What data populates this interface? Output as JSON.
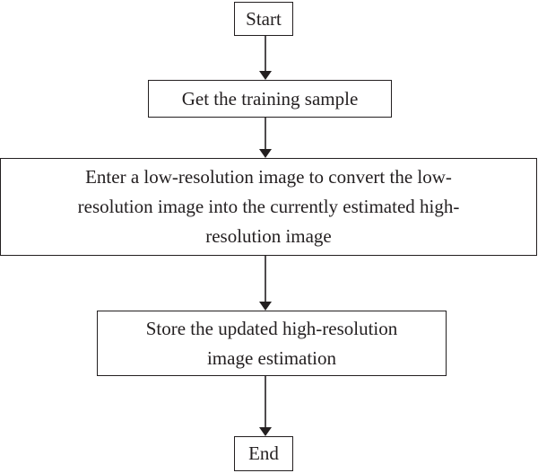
{
  "flowchart": {
    "nodes": {
      "start": {
        "label": "Start"
      },
      "get_sample": {
        "label": "Get the training sample"
      },
      "convert": {
        "lines": [
          "Enter a low-resolution image to convert the low-",
          "resolution image into the currently estimated high-",
          "resolution image"
        ]
      },
      "store": {
        "lines": [
          "Store the updated high-resolution",
          "image estimation"
        ]
      },
      "end": {
        "label": "End"
      }
    },
    "edges": [
      {
        "from": "start",
        "to": "get_sample"
      },
      {
        "from": "get_sample",
        "to": "convert"
      },
      {
        "from": "convert",
        "to": "store"
      },
      {
        "from": "store",
        "to": "end"
      }
    ]
  }
}
